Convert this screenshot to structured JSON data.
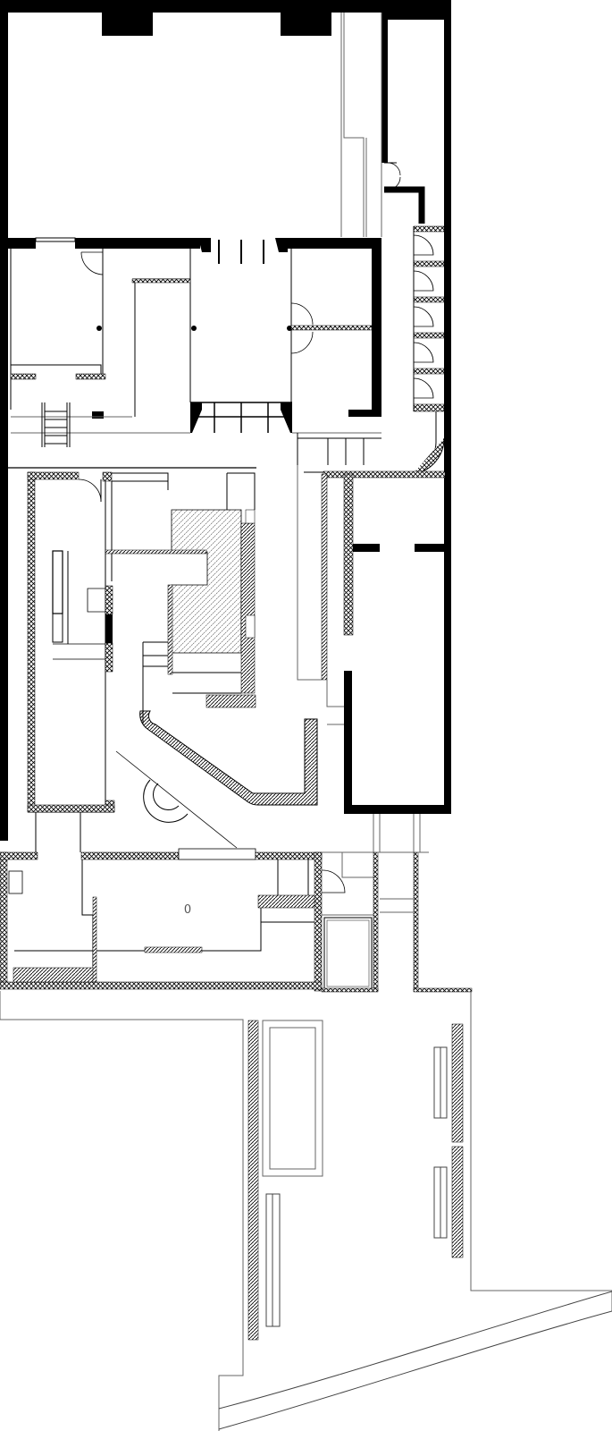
{
  "drawing": {
    "type": "architectural floor plan",
    "background": "#ffffff",
    "line_color": "#000000",
    "thin_line_color": "#666666",
    "labels": [
      {
        "id": "room-center-label",
        "text": "0"
      }
    ],
    "legend_patterns": [
      {
        "name": "solid-wall",
        "fill": "#000000"
      },
      {
        "name": "crosshatch-partition",
        "fill": "crosshatch"
      },
      {
        "name": "diagonal-hatch",
        "fill": "diagonal"
      }
    ]
  }
}
